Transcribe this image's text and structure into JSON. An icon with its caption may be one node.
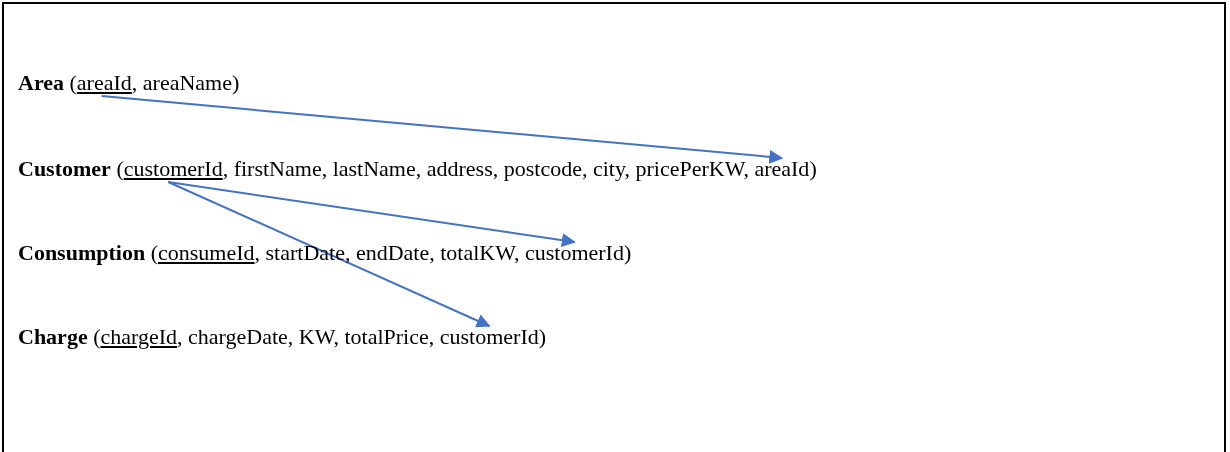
{
  "diagram": {
    "nodes": [
      {
        "text": [
          "Area",
          "(areaId, areaName)"
        ]
      },
      {
        "text": [
          "Customer",
          "(customerId, firstName, lastName, address, postcode, city, pricePerKW, areaId)"
        ]
      },
      {
        "text": [
          "Consumption",
          "(consumeId, startDate, endDate, totalKW, customerId)"
        ]
      },
      {
        "text": [
          "Charge",
          "(chargeId, chargeDate, KW, totalPrice, customerId)"
        ]
      }
    ],
    "edges": [
      {
        "from": 0,
        "to": 1,
        "arrow": "to"
      },
      {
        "from": 1,
        "to": 2,
        "arrow": "to"
      },
      {
        "from": 1,
        "to": 3,
        "arrow": "to"
      }
    ]
  }
}
